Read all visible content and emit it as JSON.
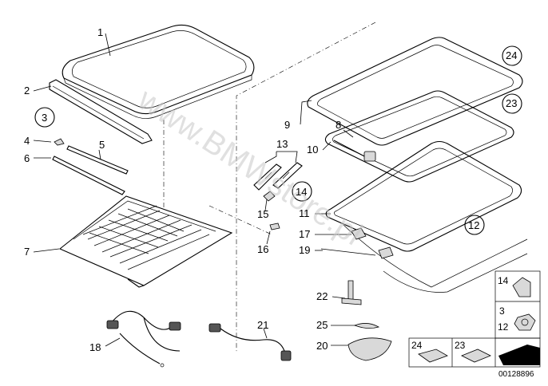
{
  "labels": {
    "p1": "1",
    "p2": "2",
    "p3": "3",
    "p4": "4",
    "p5": "5",
    "p6": "6",
    "p7": "7",
    "p8": "8",
    "p9": "9",
    "p10": "10",
    "p11": "11",
    "p12": "12",
    "p13": "13",
    "p14": "14",
    "p15": "15",
    "p16": "16",
    "p17": "17",
    "p18": "18",
    "p19": "19",
    "p20": "20",
    "p21": "21",
    "p22": "22",
    "p23": "23",
    "p24": "24",
    "p25": "25"
  },
  "legend": {
    "l14": "14",
    "l3": "3",
    "l12": "12",
    "l24": "24",
    "l23": "23"
  },
  "watermark": "www.BMWstore.pl",
  "doc_number": "00128896"
}
